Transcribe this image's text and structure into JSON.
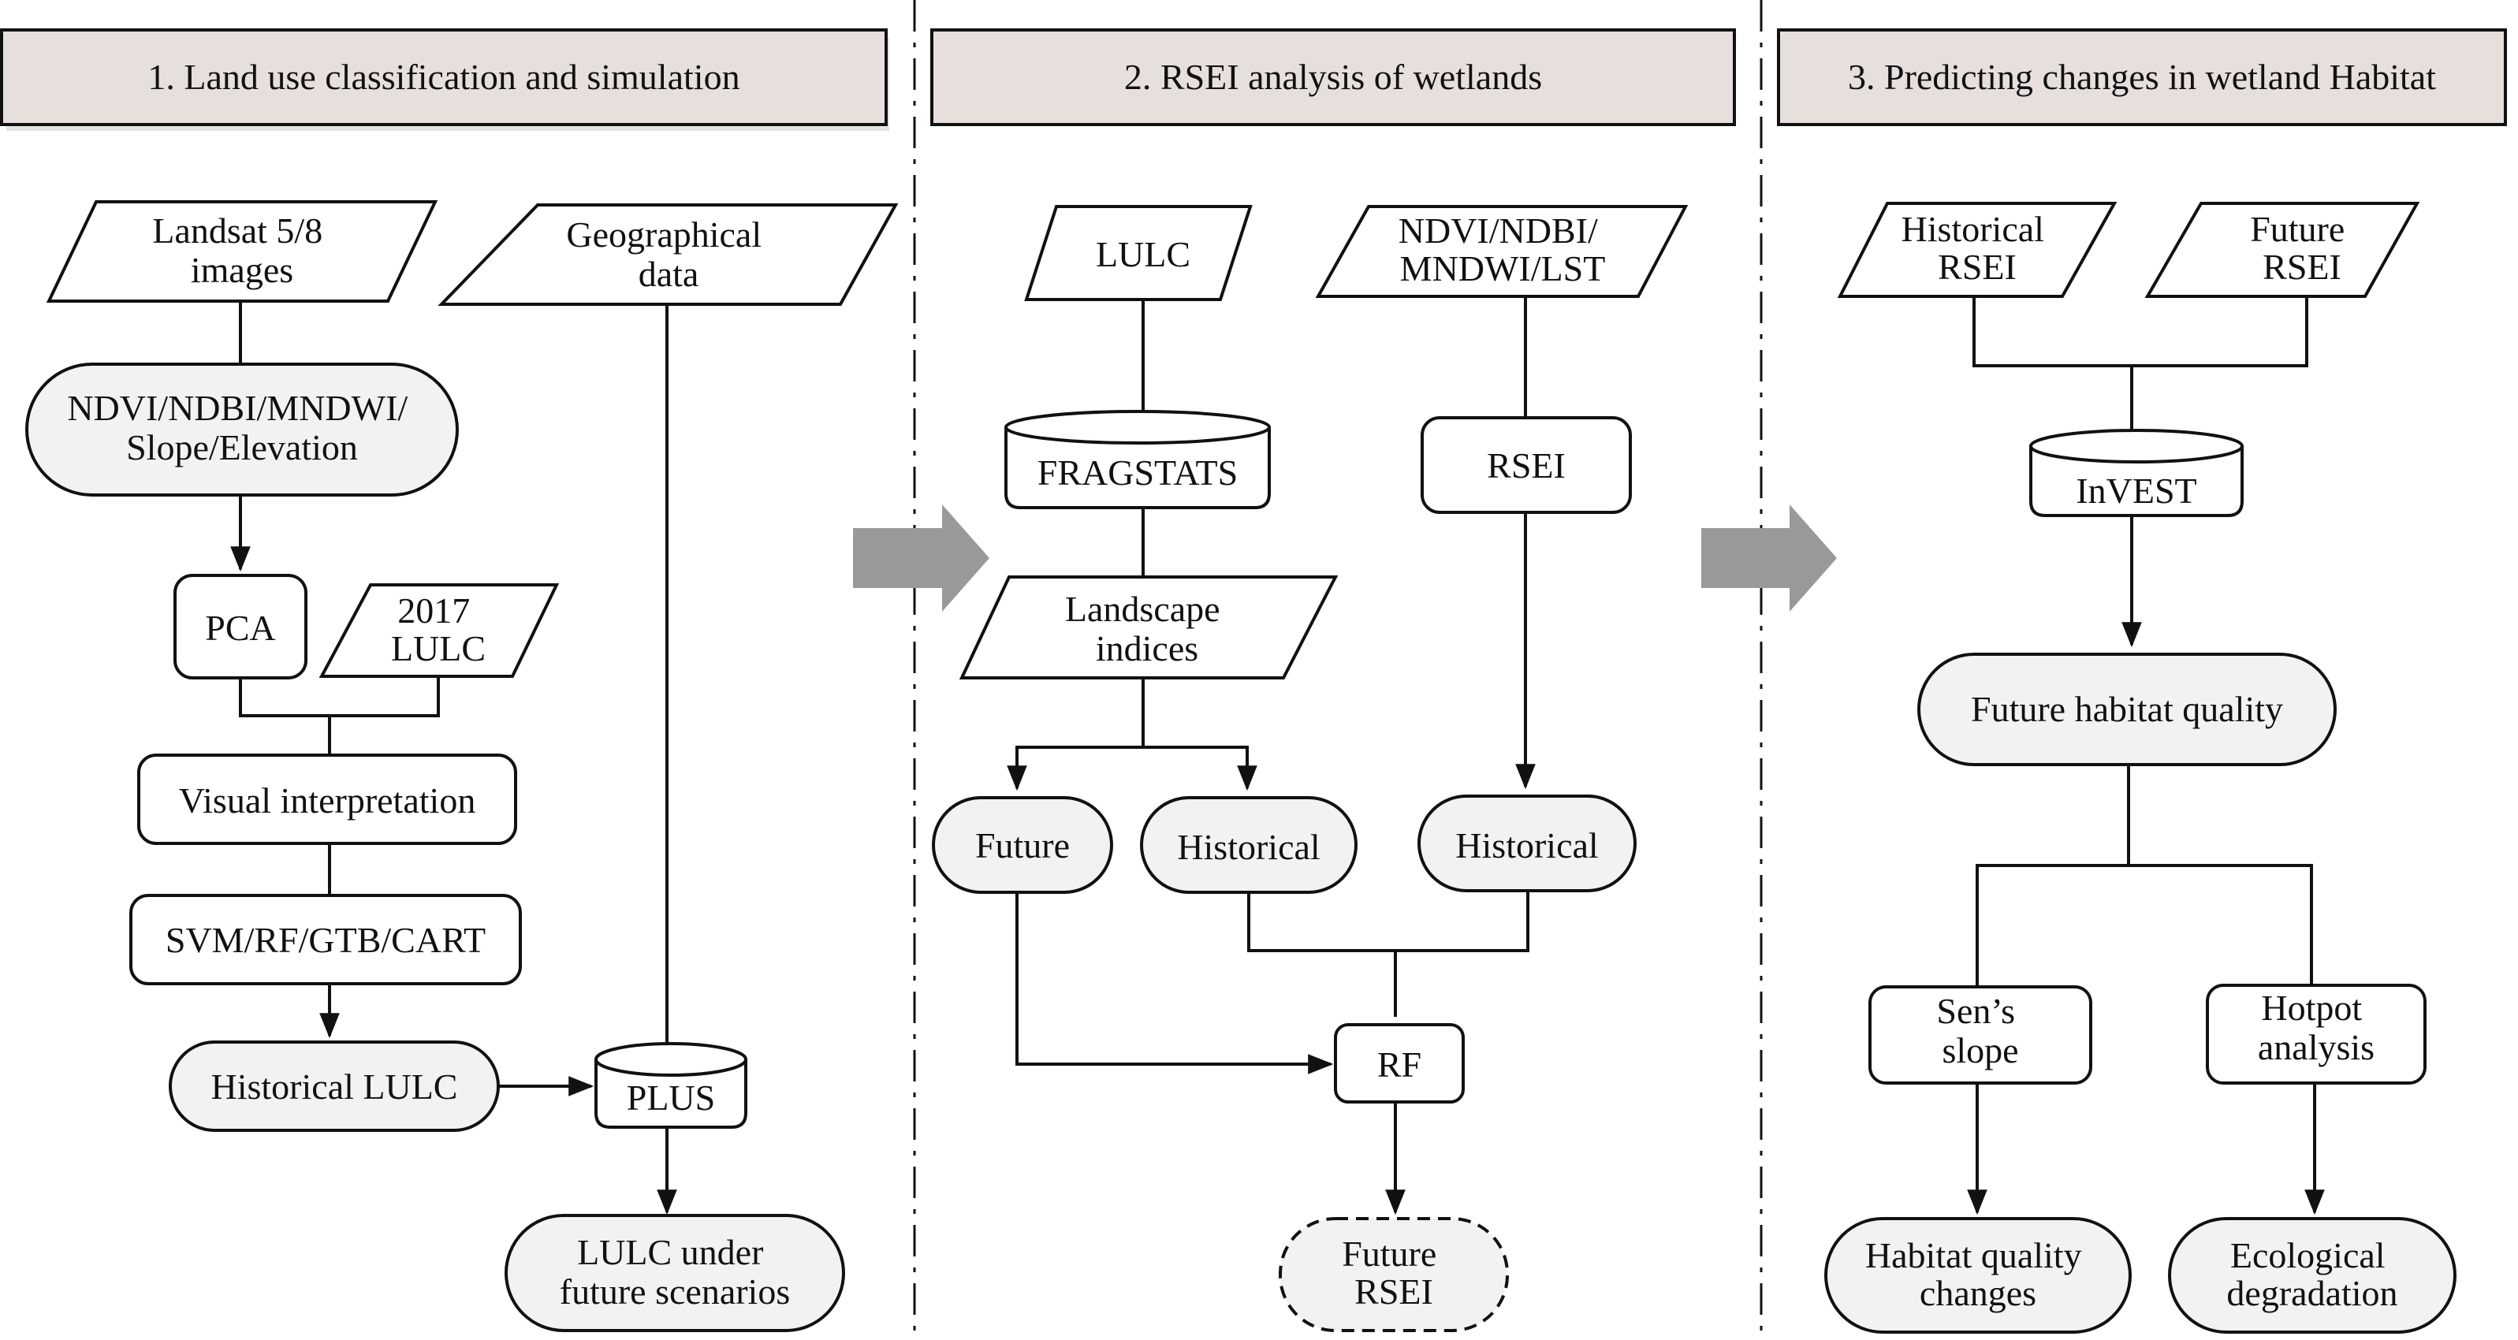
{
  "headers": {
    "h1": "1. Land use classification and simulation",
    "h2": "2. RSEI analysis of wetlands",
    "h3": "3. Predicting changes in wetland Habitat"
  },
  "s1": {
    "landsat": [
      "Landsat 5/8",
      "images"
    ],
    "geo": [
      "Geographical",
      "data"
    ],
    "indices": [
      "NDVI/NDBI/MNDWI/",
      "Slope/Elevation"
    ],
    "pca": "PCA",
    "lulc2017": [
      "2017",
      "LULC"
    ],
    "visual": "Visual interpretation",
    "svm": "SVM/RF/GTB/CART",
    "historical_lulc": "Historical LULC",
    "plus": "PLUS",
    "future_lulc": [
      "LULC under",
      "future scenarios"
    ]
  },
  "s2": {
    "lulc": "LULC",
    "ndvi": [
      "NDVI/NDBI/",
      "MNDWI/LST"
    ],
    "fragstats": "FRAGSTATS",
    "rsei": "RSEI",
    "landscape": [
      "Landscape",
      "indices"
    ],
    "future": "Future",
    "historical_a": "Historical",
    "historical_b": "Historical",
    "rf": "RF",
    "future_rsei": [
      "Future",
      "RSEI"
    ]
  },
  "s3": {
    "hist_rsei": [
      "Historical",
      "RSEI"
    ],
    "fut_rsei": [
      "Future",
      "RSEI"
    ],
    "invest": "InVEST",
    "future_hq": "Future habitat quality",
    "sens": [
      "Sen’s",
      "slope"
    ],
    "hotpot": [
      "Hotpot",
      "analysis"
    ],
    "hq_changes": [
      "Habitat quality",
      "changes"
    ],
    "eco_deg": [
      "Ecological",
      "degradation"
    ]
  },
  "colors": {
    "header_fill": "#e7dfdc",
    "pill_fill": "#f2f2f2",
    "flow_arrow": "#999999",
    "stroke": "#111111"
  }
}
